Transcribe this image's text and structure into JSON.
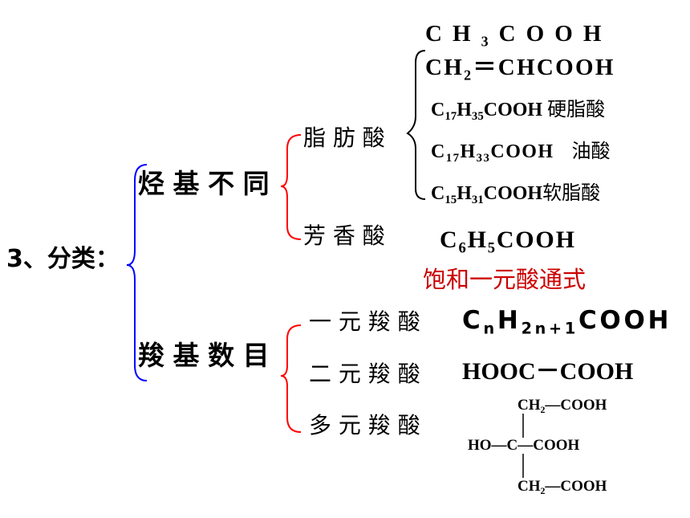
{
  "colors": {
    "text": "#000000",
    "blue_brace": "#0000ff",
    "red_brace": "#ff0000",
    "red_text": "#cc0000"
  },
  "section": {
    "label": "3、分类："
  },
  "hydrocarbon_group": {
    "title": "烃基不同",
    "fatty_acid": {
      "label": "脂 肪 酸",
      "formulas": [
        {
          "parts": [
            [
              "C",
              ""
            ],
            [
              "H",
              ""
            ],
            [
              "3",
              "sub"
            ],
            [
              "C",
              ""
            ],
            [
              "O",
              ""
            ],
            [
              "O",
              ""
            ],
            [
              "H",
              ""
            ]
          ],
          "name": ""
        },
        {
          "parts": [
            [
              "CH",
              ""
            ],
            [
              "2",
              "sub"
            ],
            [
              "＝CHCOOH",
              ""
            ]
          ],
          "name": ""
        },
        {
          "parts": [
            [
              "C",
              ""
            ],
            [
              "17",
              "sub"
            ],
            [
              "H",
              ""
            ],
            [
              "35",
              "sub"
            ],
            [
              "COOH",
              ""
            ]
          ],
          "name": "硬脂酸"
        },
        {
          "parts": [
            [
              "C",
              ""
            ],
            [
              "17",
              "sub"
            ],
            [
              "H",
              ""
            ],
            [
              "33",
              "sub"
            ],
            [
              "COOH",
              ""
            ]
          ],
          "name": "油酸"
        },
        {
          "parts": [
            [
              "C",
              ""
            ],
            [
              "15",
              "sub"
            ],
            [
              "H",
              ""
            ],
            [
              "31",
              "sub"
            ],
            [
              "COOH",
              ""
            ]
          ],
          "name": "软脂酸"
        }
      ]
    },
    "aromatic_acid": {
      "label": "芳 香 酸",
      "formula": [
        [
          "C",
          ""
        ],
        [
          "6",
          "sub"
        ],
        [
          "H",
          ""
        ],
        [
          "5",
          "sub"
        ],
        [
          "COOH",
          ""
        ]
      ]
    }
  },
  "general_formula_note": "饱和一元酸通式",
  "carboxyl_group": {
    "title": "羧基数目",
    "mono": {
      "label": "一 元 羧 酸",
      "formula": [
        [
          "C",
          ""
        ],
        [
          "n",
          "sub"
        ],
        [
          "H",
          ""
        ],
        [
          "2n+1",
          "sub"
        ],
        [
          "COOH",
          ""
        ]
      ]
    },
    "di": {
      "label": "二 元 羧 酸",
      "formula": "HOOC－COOH"
    },
    "poly": {
      "label": "多 元 羧 酸",
      "structure": {
        "top": [
          [
            "CH",
            ""
          ],
          [
            "2",
            "sub"
          ],
          [
            "—COOH",
            ""
          ]
        ],
        "middle_left": "HO—C—COOH",
        "bottom": [
          [
            "CH",
            ""
          ],
          [
            "2",
            "sub"
          ],
          [
            "—COOH",
            ""
          ]
        ]
      }
    }
  }
}
